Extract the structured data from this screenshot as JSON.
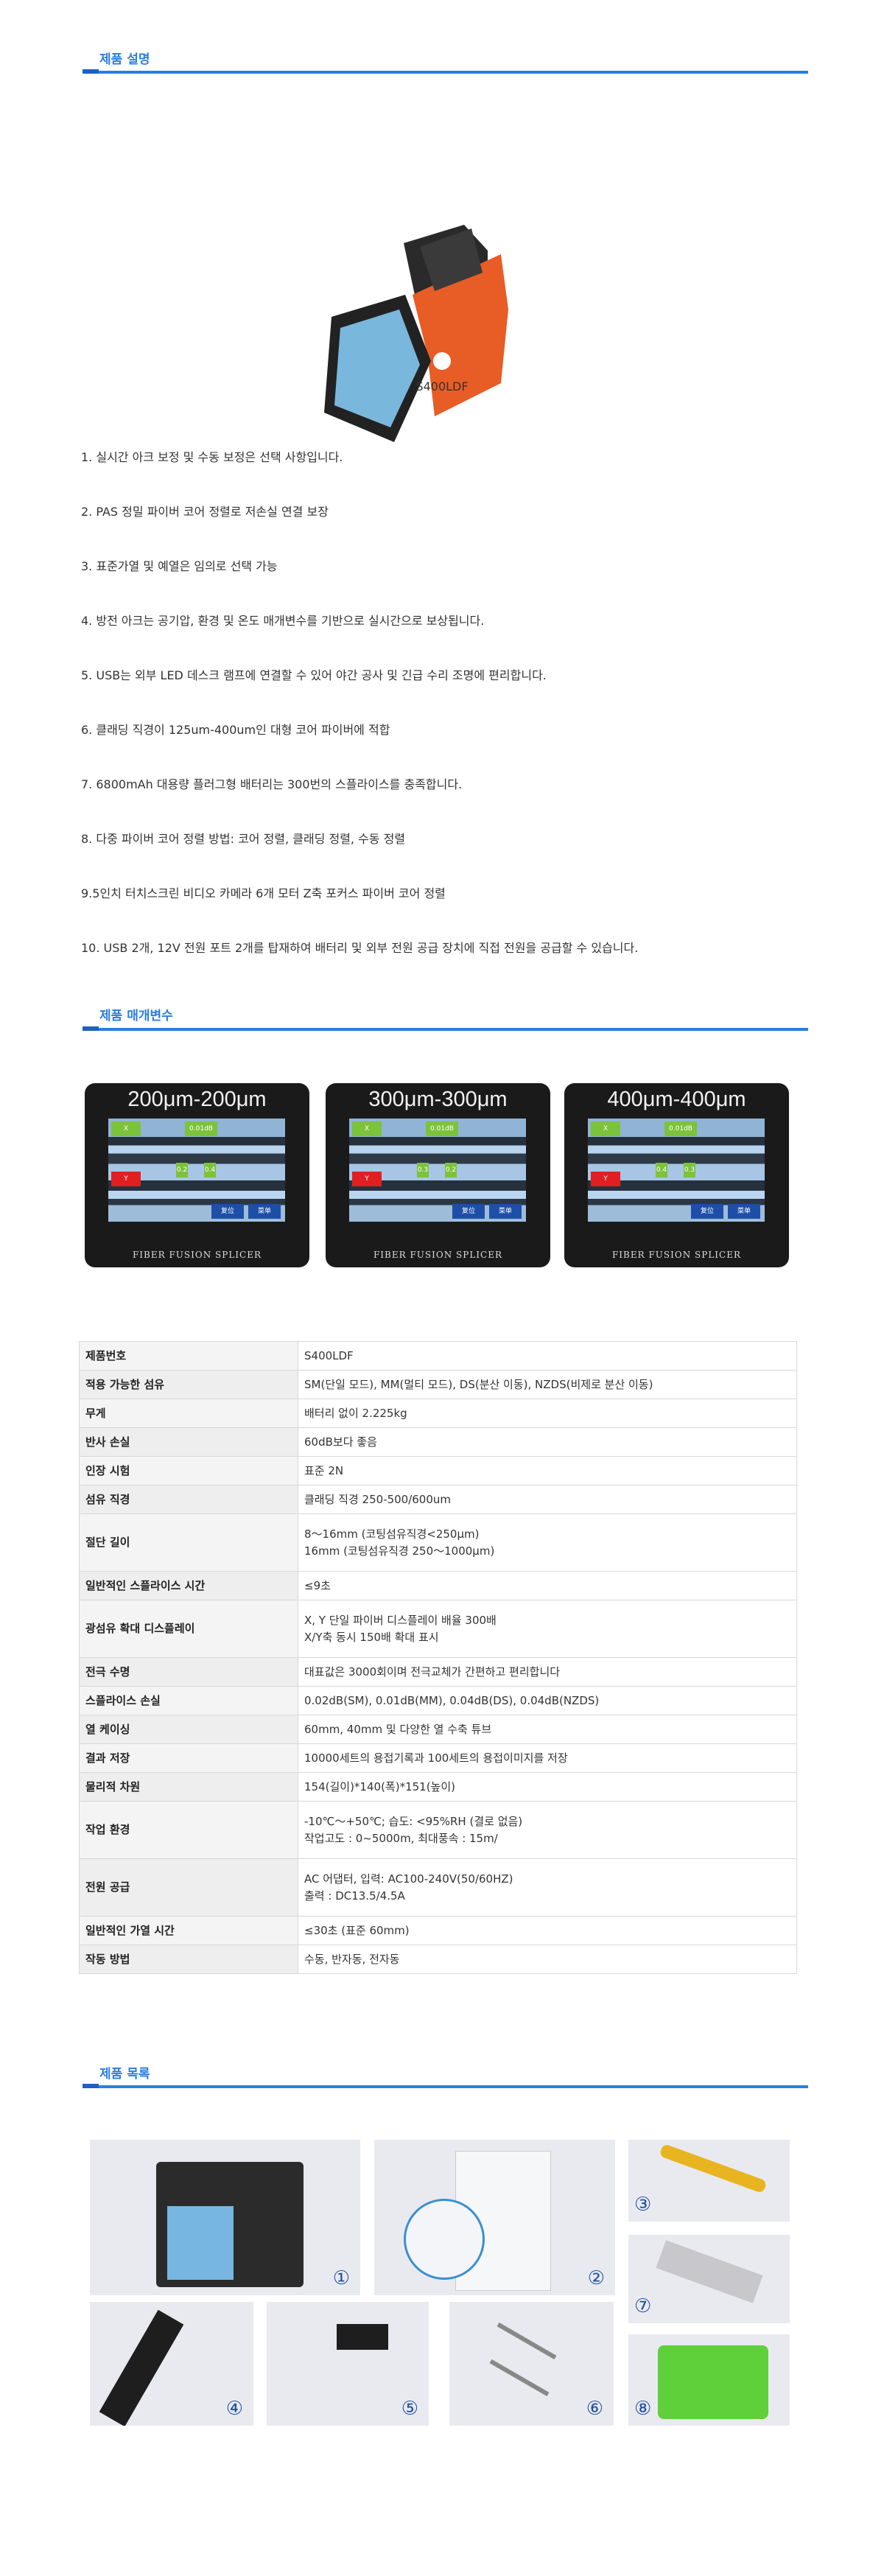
{
  "sections": {
    "description": "제품 설명",
    "parameters": "제품 매개변수",
    "package": "제품 목록"
  },
  "hero": {
    "caption": "S400LDF"
  },
  "features": [
    "1. 실시간 아크 보정 및 수동 보정은 선택 사항입니다.",
    "2. PAS 정밀 파이버 코어 정렬로 저손실 연결 보장",
    "3. 표준가열 및 예열은 임의로 선택 가능",
    "4. 방전 아크는 공기압, 환경 및 온도 매개변수를 기반으로 실시간으로 보상됩니다.",
    "5. USB는 외부 LED 데스크 램프에 연결할 수 있어 야간 공사 및 긴급 수리 조명에 편리합니다.",
    "6. 클래딩 직경이 125um-400um인 대형 코어 파이버에 적합",
    "7. 6800mAh 대용량 플러그형 배터리는 300번의 스플라이스를 충족합니다.",
    "8. 다중 파이버 코어 정렬 방법: 코어 정렬, 클래딩 정렬, 수동 정렬",
    "9.5인치 터치스크린 비디오 카메라 6개 모터 Z축 포커스 파이버 코어 정렬",
    "10. USB 2개, 12V 전원 포트 2개를 탑재하여 배터리 및 외부 전원 공급 장치에 직접 전원을 공급할 수 있습니다."
  ],
  "screens": [
    {
      "title": "200μm-200μm",
      "x": "X",
      "y": "Y",
      "loss": "0.01dB",
      "a": "0.2",
      "b": "0.4",
      "btn1": "复位",
      "btn2": "菜单",
      "brand": "FIBER FUSION SPLICER"
    },
    {
      "title": "300μm-300μm",
      "x": "X",
      "y": "Y",
      "loss": "0.01dB",
      "a": "0.3",
      "b": "0.2",
      "btn1": "复位",
      "btn2": "菜单",
      "brand": "FIBER FUSION SPLICER"
    },
    {
      "title": "400μm-400μm",
      "x": "X",
      "y": "Y",
      "loss": "0.01dB",
      "a": "0.4",
      "b": "0.3",
      "btn1": "复位",
      "btn2": "菜单",
      "brand": "FIBER FUSION SPLICER"
    }
  ],
  "specs": [
    {
      "k": "제품번호",
      "v": [
        "S400LDF"
      ]
    },
    {
      "k": "적용 가능한 섬유",
      "v": [
        "SM(단일 모드), MM(멀티 모드), DS(분산 이동), NZDS(비제로 분산 이동)"
      ]
    },
    {
      "k": "무게",
      "v": [
        "배터리 없이 2.225kg"
      ]
    },
    {
      "k": "반사 손실",
      "v": [
        "60dB보다 좋음"
      ]
    },
    {
      "k": "인장 시험",
      "v": [
        "표준 2N"
      ]
    },
    {
      "k": "섬유 직경",
      "v": [
        "클래딩 직경 250-500/600um"
      ]
    },
    {
      "k": "절단 길이",
      "v": [
        "8～16mm (코팅섬유직경<250μm)",
        "16mm (코팅섬유직경 250～1000μm)"
      ]
    },
    {
      "k": "일반적인 스플라이스 시간",
      "v": [
        "≤9초"
      ]
    },
    {
      "k": "광섬유 확대 디스플레이",
      "v": [
        "X, Y 단일 파이버 디스플레이 배율 300배",
        "X/Y축 동시 150배 확대 표시"
      ]
    },
    {
      "k": "전극 수명",
      "v": [
        "대표값은 3000회이며 전극교체가 간편하고 편리합니다"
      ]
    },
    {
      "k": "스플라이스 손실",
      "v": [
        "0.02dB(SM), 0.01dB(MM), 0.04dB(DS), 0.04dB(NZDS)"
      ]
    },
    {
      "k": "열 케이싱",
      "v": [
        "60mm, 40mm 및 다양한 열 수축 튜브"
      ]
    },
    {
      "k": "결과 저장",
      "v": [
        "10000세트의 용접기록과 100세트의 용접이미지를 저장"
      ]
    },
    {
      "k": "물리적 차원",
      "v": [
        "154(길이)*140(폭)*151(높이)"
      ]
    },
    {
      "k": "작업 환경",
      "v": [
        "-10℃～+50℃; 습도: <95%RH (결로 없음)",
        "작업고도 : 0~5000m, 최대풍속 : 15m/"
      ]
    },
    {
      "k": "전원 공급",
      "v": [
        "AC 어댑터, 입력: AC100-240V(50/60HZ)",
        "출력 : DC13.5/4.5A"
      ]
    },
    {
      "k": "일반적인 가열 시간",
      "v": [
        "≤30초 (표준 60mm)"
      ]
    },
    {
      "k": "작동 방법",
      "v": [
        "수동, 반자동, 전자동"
      ]
    }
  ],
  "package": [
    "①",
    "②",
    "③",
    "④",
    "⑤",
    "⑥",
    "⑦",
    "⑧"
  ]
}
